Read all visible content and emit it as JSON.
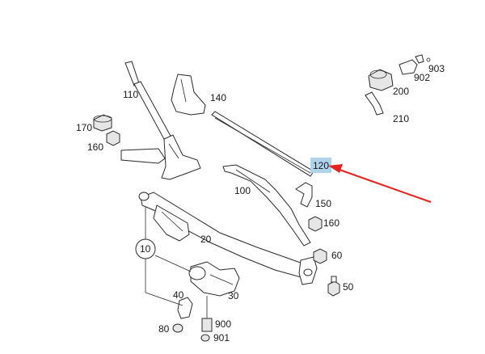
{
  "diagram": {
    "labels": {
      "l110": "110",
      "l140": "140",
      "l170": "170",
      "l160a": "160",
      "l120": "120",
      "l100": "100",
      "l150": "150",
      "l160b": "160",
      "l20": "20",
      "l10": "10",
      "l60": "60",
      "l50": "50",
      "l30": "30",
      "l40": "40",
      "l80": "80",
      "l900": "900",
      "l901": "901",
      "l903": "903",
      "l902": "902",
      "l200": "200",
      "l210": "210"
    },
    "colors": {
      "highlight": "#aed3ea",
      "arrow": "#e8221c",
      "stroke": "#2a2a2a"
    }
  }
}
